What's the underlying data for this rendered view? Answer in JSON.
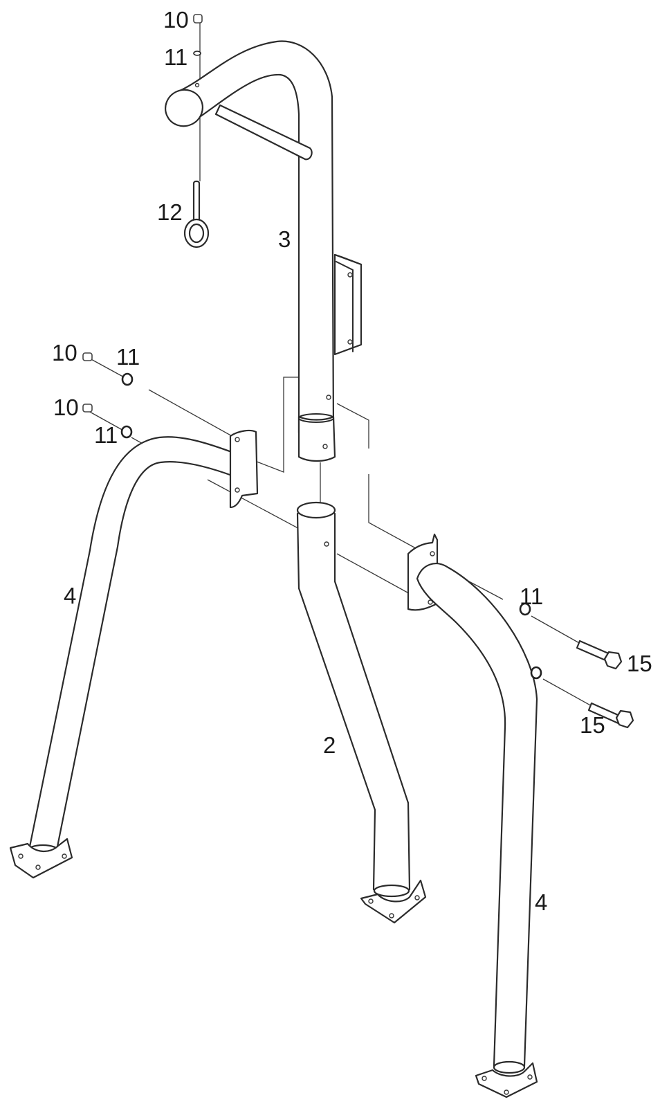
{
  "callouts": {
    "nut_top": "10",
    "washer_top": "11",
    "eyebolt": "12",
    "upright": "3",
    "nut_left_a": "10",
    "washer_left_a": "11",
    "nut_left_b": "10",
    "washer_left_b": "11",
    "leg_left": "4",
    "washer_right": "11",
    "bolt_right_a": "15",
    "bolt_right_b": "15",
    "center_post": "2",
    "leg_right": "4"
  },
  "colors": {
    "line": "#2b2b2b",
    "background": "#ffffff"
  }
}
